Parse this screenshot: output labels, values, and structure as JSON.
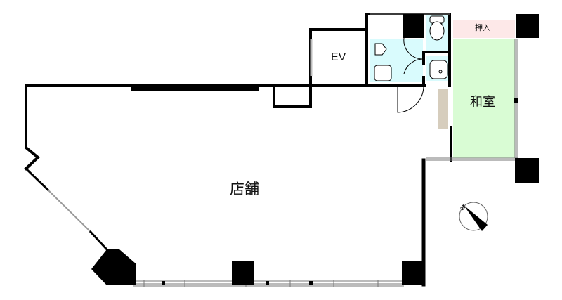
{
  "rooms": {
    "store": "店舗",
    "washitsu": "和室",
    "oshiire": "押入",
    "elevator": "EV"
  },
  "compass": {
    "label": "N"
  },
  "colors": {
    "wall": "#000000",
    "washitsu_fill": "#d9fcd4",
    "oshiire_fill": "#fde8e8",
    "wet_area_fill": "#d9fbfd",
    "storage_fill": "#d6cdbd",
    "window_gray": "#9a9a9a"
  }
}
